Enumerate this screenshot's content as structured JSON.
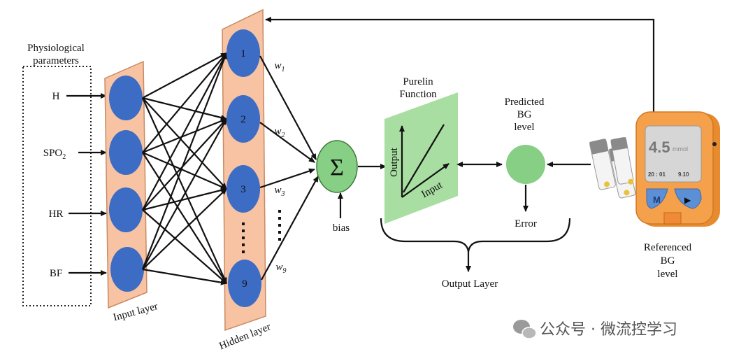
{
  "input_group_title": [
    "Physiological",
    "parameters"
  ],
  "inputs": [
    {
      "label": "H",
      "sub": ""
    },
    {
      "label": "SPO",
      "sub": "2"
    },
    {
      "label": "HR",
      "sub": ""
    },
    {
      "label": "BF",
      "sub": ""
    }
  ],
  "input_layer_label": "Input layer",
  "hidden_layer_label": "Hidden layer",
  "hidden_nodes": [
    "1",
    "2",
    "3",
    "9"
  ],
  "weights": [
    {
      "label": "w",
      "sub": "1"
    },
    {
      "label": "w",
      "sub": "2"
    },
    {
      "label": "w",
      "sub": "3"
    },
    {
      "label": "w",
      "sub": "9"
    }
  ],
  "sum_symbol": "Σ",
  "bias_label": "bias",
  "purelin_title": [
    "Purelin",
    "Function"
  ],
  "purelin_axes": {
    "y": "Output",
    "x": "Input"
  },
  "predicted_label": [
    "Predicted",
    "BG",
    "level"
  ],
  "error_label": "Error",
  "output_layer_label": "Output Layer",
  "meter": {
    "reading": "4.5",
    "unit": "mmol",
    "time": "20 : 01",
    "date": "9.10",
    "button_m": "M",
    "button_play": "▶"
  },
  "referenced_label": [
    "Referenced",
    "BG",
    "level"
  ],
  "watermark": "公众号 · 微流控学习",
  "colors": {
    "node_blue": "#3c6cc4",
    "layer_panel": "#f7c3a3",
    "green": "#86cf84",
    "meter_orange": "#f5a04a"
  }
}
